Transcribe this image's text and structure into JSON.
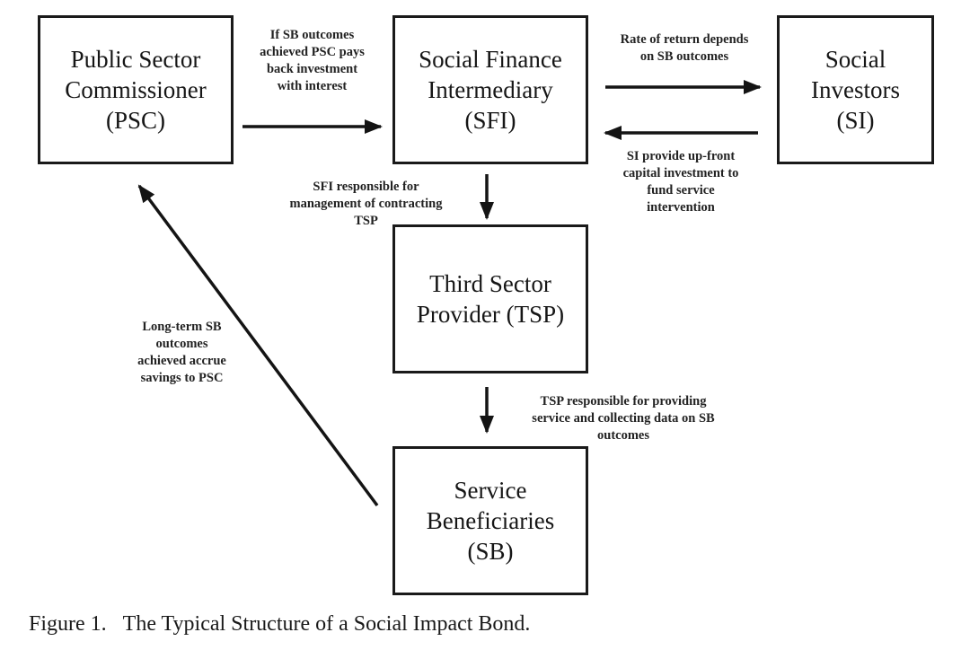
{
  "nodes": {
    "psc": [
      "Public Sector",
      "Commissioner",
      "(PSC)"
    ],
    "sfi": [
      "Social Finance",
      "Intermediary",
      "(SFI)"
    ],
    "si": [
      "Social",
      "Investors",
      "(SI)"
    ],
    "tsp": [
      "Third Sector",
      "Provider (TSP)"
    ],
    "sb": [
      "Service",
      "Beneficiaries",
      "(SB)"
    ]
  },
  "edge_labels": {
    "psc_to_sfi": [
      "If SB outcomes",
      "achieved PSC pays",
      "back investment",
      "with interest"
    ],
    "sfi_to_si": [
      "Rate of return depends",
      "on SB outcomes"
    ],
    "si_to_sfi": [
      "SI provide up-front",
      "capital investment to",
      "fund service",
      "intervention"
    ],
    "sfi_to_tsp": [
      "SFI responsible for",
      "management of contracting",
      "TSP"
    ],
    "tsp_to_sb": [
      "TSP responsible for providing",
      "service and collecting data on SB",
      "outcomes"
    ],
    "sb_to_psc": [
      "Long-term SB",
      "outcomes",
      "achieved accrue",
      "savings to PSC"
    ]
  },
  "caption": {
    "number": "Figure 1.",
    "text": "The Typical Structure of a Social Impact Bond."
  }
}
